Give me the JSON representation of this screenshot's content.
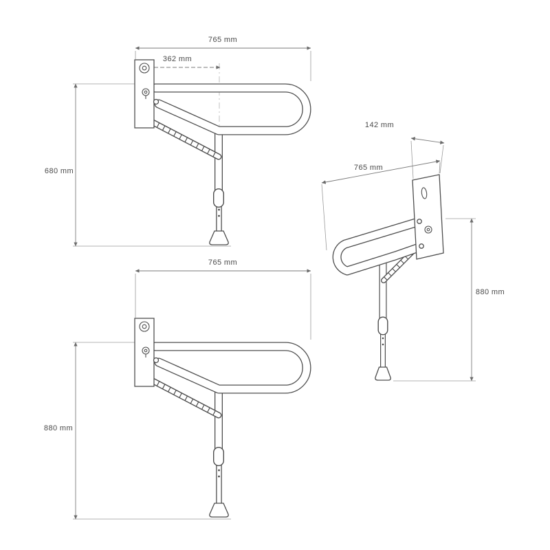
{
  "diagram": {
    "views": {
      "upper_side_view": {
        "dim_total_length": "765 mm",
        "dim_wall_to_leg": "362 mm",
        "dim_height": "680 mm"
      },
      "lower_side_view": {
        "dim_total_length": "765 mm",
        "dim_height": "880 mm"
      },
      "perspective_view": {
        "dim_plate_width": "142 mm",
        "dim_total_length": "765 mm",
        "dim_height": "880 mm"
      }
    },
    "colors": {
      "background": "#ffffff",
      "outline": "#4d4d4d",
      "dimension_line": "#7a7a7a",
      "text": "#4a4a4a"
    }
  }
}
